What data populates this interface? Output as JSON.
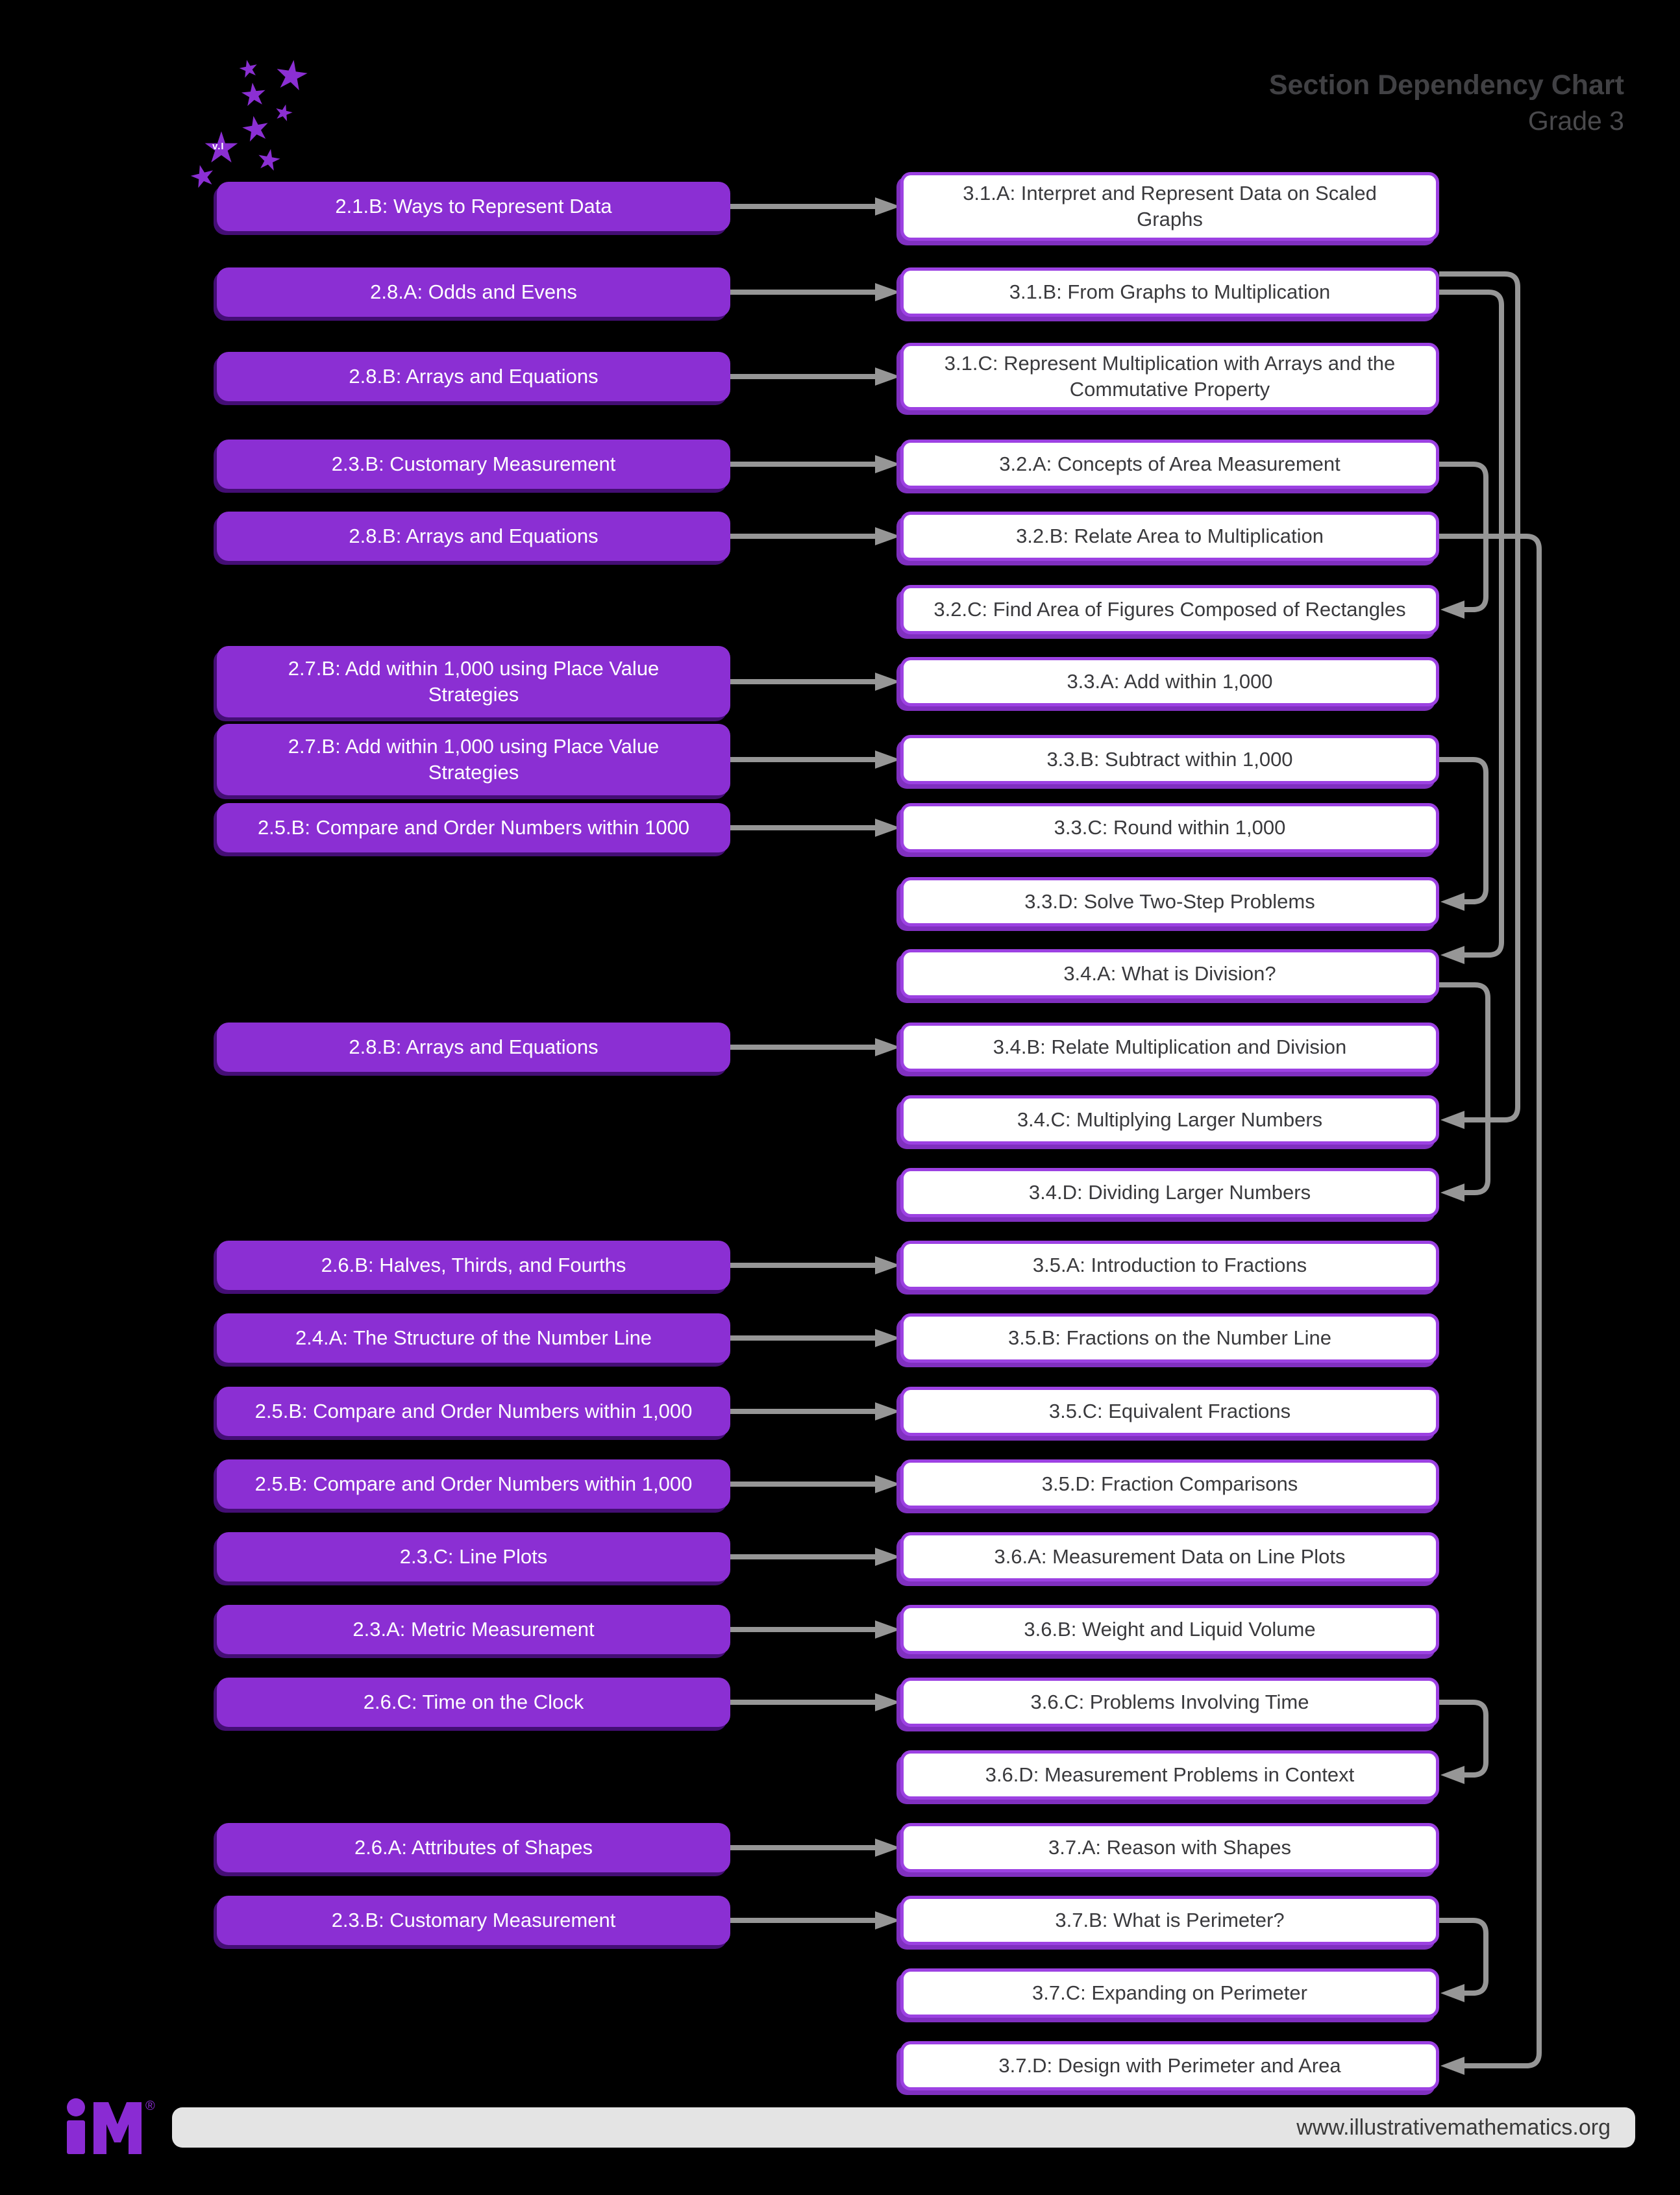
{
  "header": {
    "title": "Section Dependency Chart",
    "subtitle": "Grade 3"
  },
  "logo": {
    "star_label": "v.I",
    "footer_mark": "iM",
    "registered": "®"
  },
  "footer": {
    "url": "www.illustrativemathematics.org"
  },
  "colors": {
    "background": "#000000",
    "grade2_box_fill": "#8b2fd3",
    "grade2_box_text": "#ffffff",
    "grade3_box_fill": "#ffffff",
    "grade3_box_border": "#9c41e2",
    "grade3_box_shadow": "#8030c0",
    "grade3_box_text": "#3a3a3d",
    "arrow_gray": "#969696",
    "title_text": "#414144",
    "footer_bar": "#e4e4e4",
    "footer_text": "#3a3a3a",
    "logo_purple": "#8a2bd3"
  },
  "rows": [
    {
      "left": "2.1.B: Ways to Represent Data",
      "right": "3.1.A: Interpret and Represent Data on Scaled\nGraphs"
    },
    {
      "left": "2.8.A: Odds and Evens",
      "right": "3.1.B: From Graphs to Multiplication"
    },
    {
      "left": "2.8.B: Arrays and Equations",
      "right": "3.1.C: Represent Multiplication with Arrays and the\nCommutative Property"
    },
    {
      "left": "2.3.B: Customary Measurement",
      "right": "3.2.A: Concepts of Area Measurement"
    },
    {
      "left": "2.8.B: Arrays and Equations",
      "right": "3.2.B: Relate Area to Multiplication"
    },
    {
      "left": null,
      "right": "3.2.C: Find Area of Figures Composed of Rectangles"
    },
    {
      "left": "2.7.B: Add within 1,000 using Place Value\nStrategies",
      "right": "3.3.A: Add within 1,000"
    },
    {
      "left": "2.7.B: Add within 1,000 using Place Value\nStrategies",
      "right": "3.3.B: Subtract within 1,000"
    },
    {
      "left": "2.5.B: Compare and Order Numbers within 1000",
      "right": "3.3.C: Round within 1,000"
    },
    {
      "left": null,
      "right": "3.3.D: Solve Two-Step Problems"
    },
    {
      "left": null,
      "right": "3.4.A: What is Division?"
    },
    {
      "left": "2.8.B: Arrays and Equations",
      "right": "3.4.B: Relate Multiplication and Division"
    },
    {
      "left": null,
      "right": "3.4.C: Multiplying Larger Numbers"
    },
    {
      "left": null,
      "right": "3.4.D: Dividing Larger Numbers"
    },
    {
      "left": "2.6.B: Halves, Thirds, and Fourths",
      "right": "3.5.A: Introduction to Fractions"
    },
    {
      "left": "2.4.A: The Structure of the Number Line",
      "right": "3.5.B: Fractions on the Number Line"
    },
    {
      "left": "2.5.B: Compare and Order Numbers within 1,000",
      "right": "3.5.C: Equivalent Fractions"
    },
    {
      "left": "2.5.B: Compare and Order Numbers within 1,000",
      "right": "3.5.D: Fraction Comparisons"
    },
    {
      "left": "2.3.C: Line Plots",
      "right": "3.6.A: Measurement Data on Line Plots"
    },
    {
      "left": "2.3.A: Metric Measurement",
      "right": "3.6.B: Weight and Liquid Volume"
    },
    {
      "left": "2.6.C: Time on the Clock",
      "right": "3.6.C: Problems Involving Time"
    },
    {
      "left": null,
      "right": "3.6.D: Measurement Problems in Context"
    },
    {
      "left": "2.6.A: Attributes of Shapes",
      "right": "3.7.A: Reason with Shapes"
    },
    {
      "left": "2.3.B: Customary Measurement",
      "right": "3.7.B: What is Perimeter?"
    },
    {
      "left": null,
      "right": "3.7.C: Expanding on Perimeter"
    },
    {
      "left": null,
      "right": "3.7.D: Design with Perimeter and Area"
    }
  ],
  "edges": [
    {
      "from": "3.2.A",
      "to": "3.2.C"
    },
    {
      "from": "3.3.B",
      "to": "3.3.D"
    },
    {
      "from": "3.1.B",
      "to": "3.4.C"
    },
    {
      "from": "3.1.B",
      "to": "3.4.A"
    },
    {
      "from": "3.4.A",
      "to": "3.4.D"
    },
    {
      "from": "3.2.B",
      "to": "3.7.D"
    },
    {
      "from": "3.6.C",
      "to": "3.6.D"
    },
    {
      "from": "3.7.B",
      "to": "3.7.C"
    }
  ]
}
